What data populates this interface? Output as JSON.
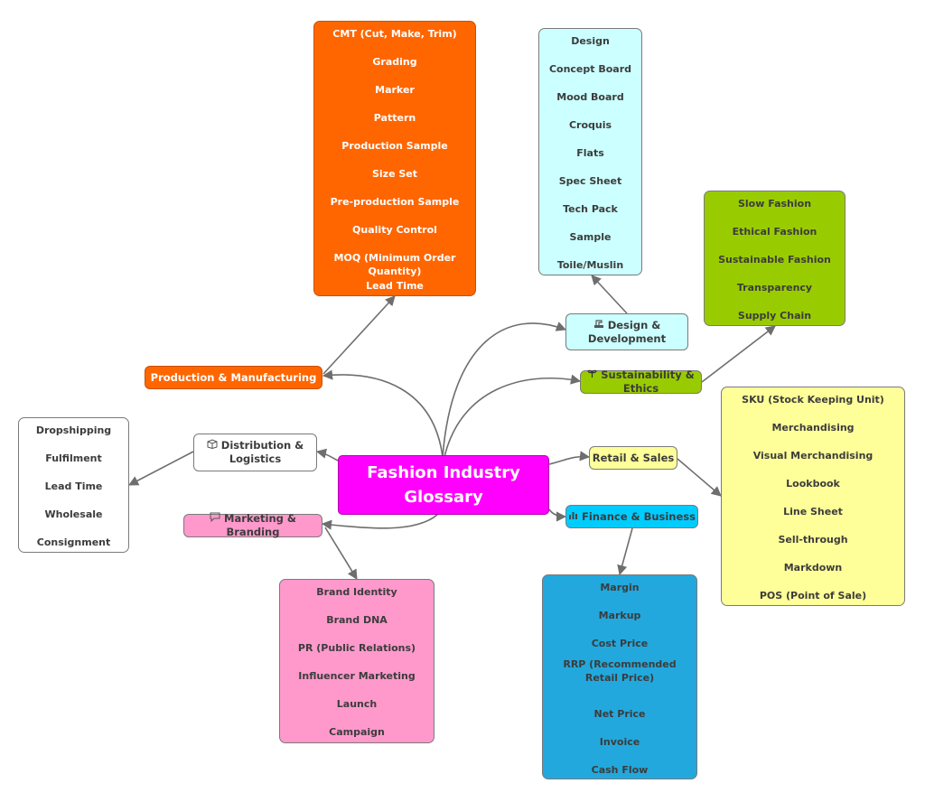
{
  "center": {
    "title": "Fashion Industry Glossary"
  },
  "branches": {
    "production": {
      "label": "Production & Manufacturing",
      "color": "#ff6600"
    },
    "distribution": {
      "label": "Distribution & Logistics",
      "icon": "box-icon",
      "color": "#ffffff"
    },
    "marketing": {
      "label": "Marketing & Branding",
      "icon": "speech-bubble-icon",
      "color": "#ff99cc"
    },
    "design": {
      "label": "Design & Development",
      "icon": "sewing-icon",
      "color": "#ccffff"
    },
    "sustainability": {
      "label": "Sustainability & Ethics",
      "icon": "sprout-icon",
      "color": "#99cc00"
    },
    "retail": {
      "label": "Retail & Sales",
      "color": "#ffff99"
    },
    "finance": {
      "label": "Finance & Business",
      "icon": "bar-chart-icon",
      "color": "#00ccff"
    }
  },
  "lists": {
    "production": [
      "CMT (Cut, Make, Trim)",
      "Grading",
      "Marker",
      "Pattern",
      "Production Sample",
      "Size Set",
      "Pre-production Sample",
      "Quality Control",
      "MOQ (Minimum Order Quantity)",
      "Lead Time"
    ],
    "design": [
      "Design",
      "Concept Board",
      "Mood Board",
      "Croquis",
      "Flats",
      "Spec Sheet",
      "Tech Pack",
      "Sample",
      "Toile/Muslin"
    ],
    "sustainability": [
      "Slow Fashion",
      "Ethical Fashion",
      "Sustainable Fashion",
      "Transparency",
      "Supply Chain"
    ],
    "retail": [
      "SKU (Stock Keeping Unit)",
      "Merchandising",
      "Visual Merchandising",
      "Lookbook",
      "Line Sheet",
      "Sell-through",
      "Markdown",
      "POS (Point of Sale)"
    ],
    "distribution": [
      "Dropshipping",
      "Fulfilment",
      "Lead Time",
      "Wholesale",
      "Consignment"
    ],
    "marketing": [
      "Brand Identity",
      "Brand DNA",
      "PR (Public Relations)",
      "Influencer Marketing",
      "Launch",
      "Campaign"
    ],
    "finance": [
      "Margin",
      "Markup",
      "Cost Price",
      "RRP (Recommended Retail Price)",
      "Net Price",
      "Invoice",
      "Cash Flow"
    ]
  },
  "colors": {
    "center": "#ff00ff",
    "production_list": "#ff6600",
    "design_list": "#ccffff",
    "sustainability_list": "#99cc00",
    "retail_list": "#ffff99",
    "distribution_list": "#ffffff",
    "marketing_list": "#ff99cc",
    "finance_list": "#22a8dd",
    "edge": "#6e6e6e"
  }
}
